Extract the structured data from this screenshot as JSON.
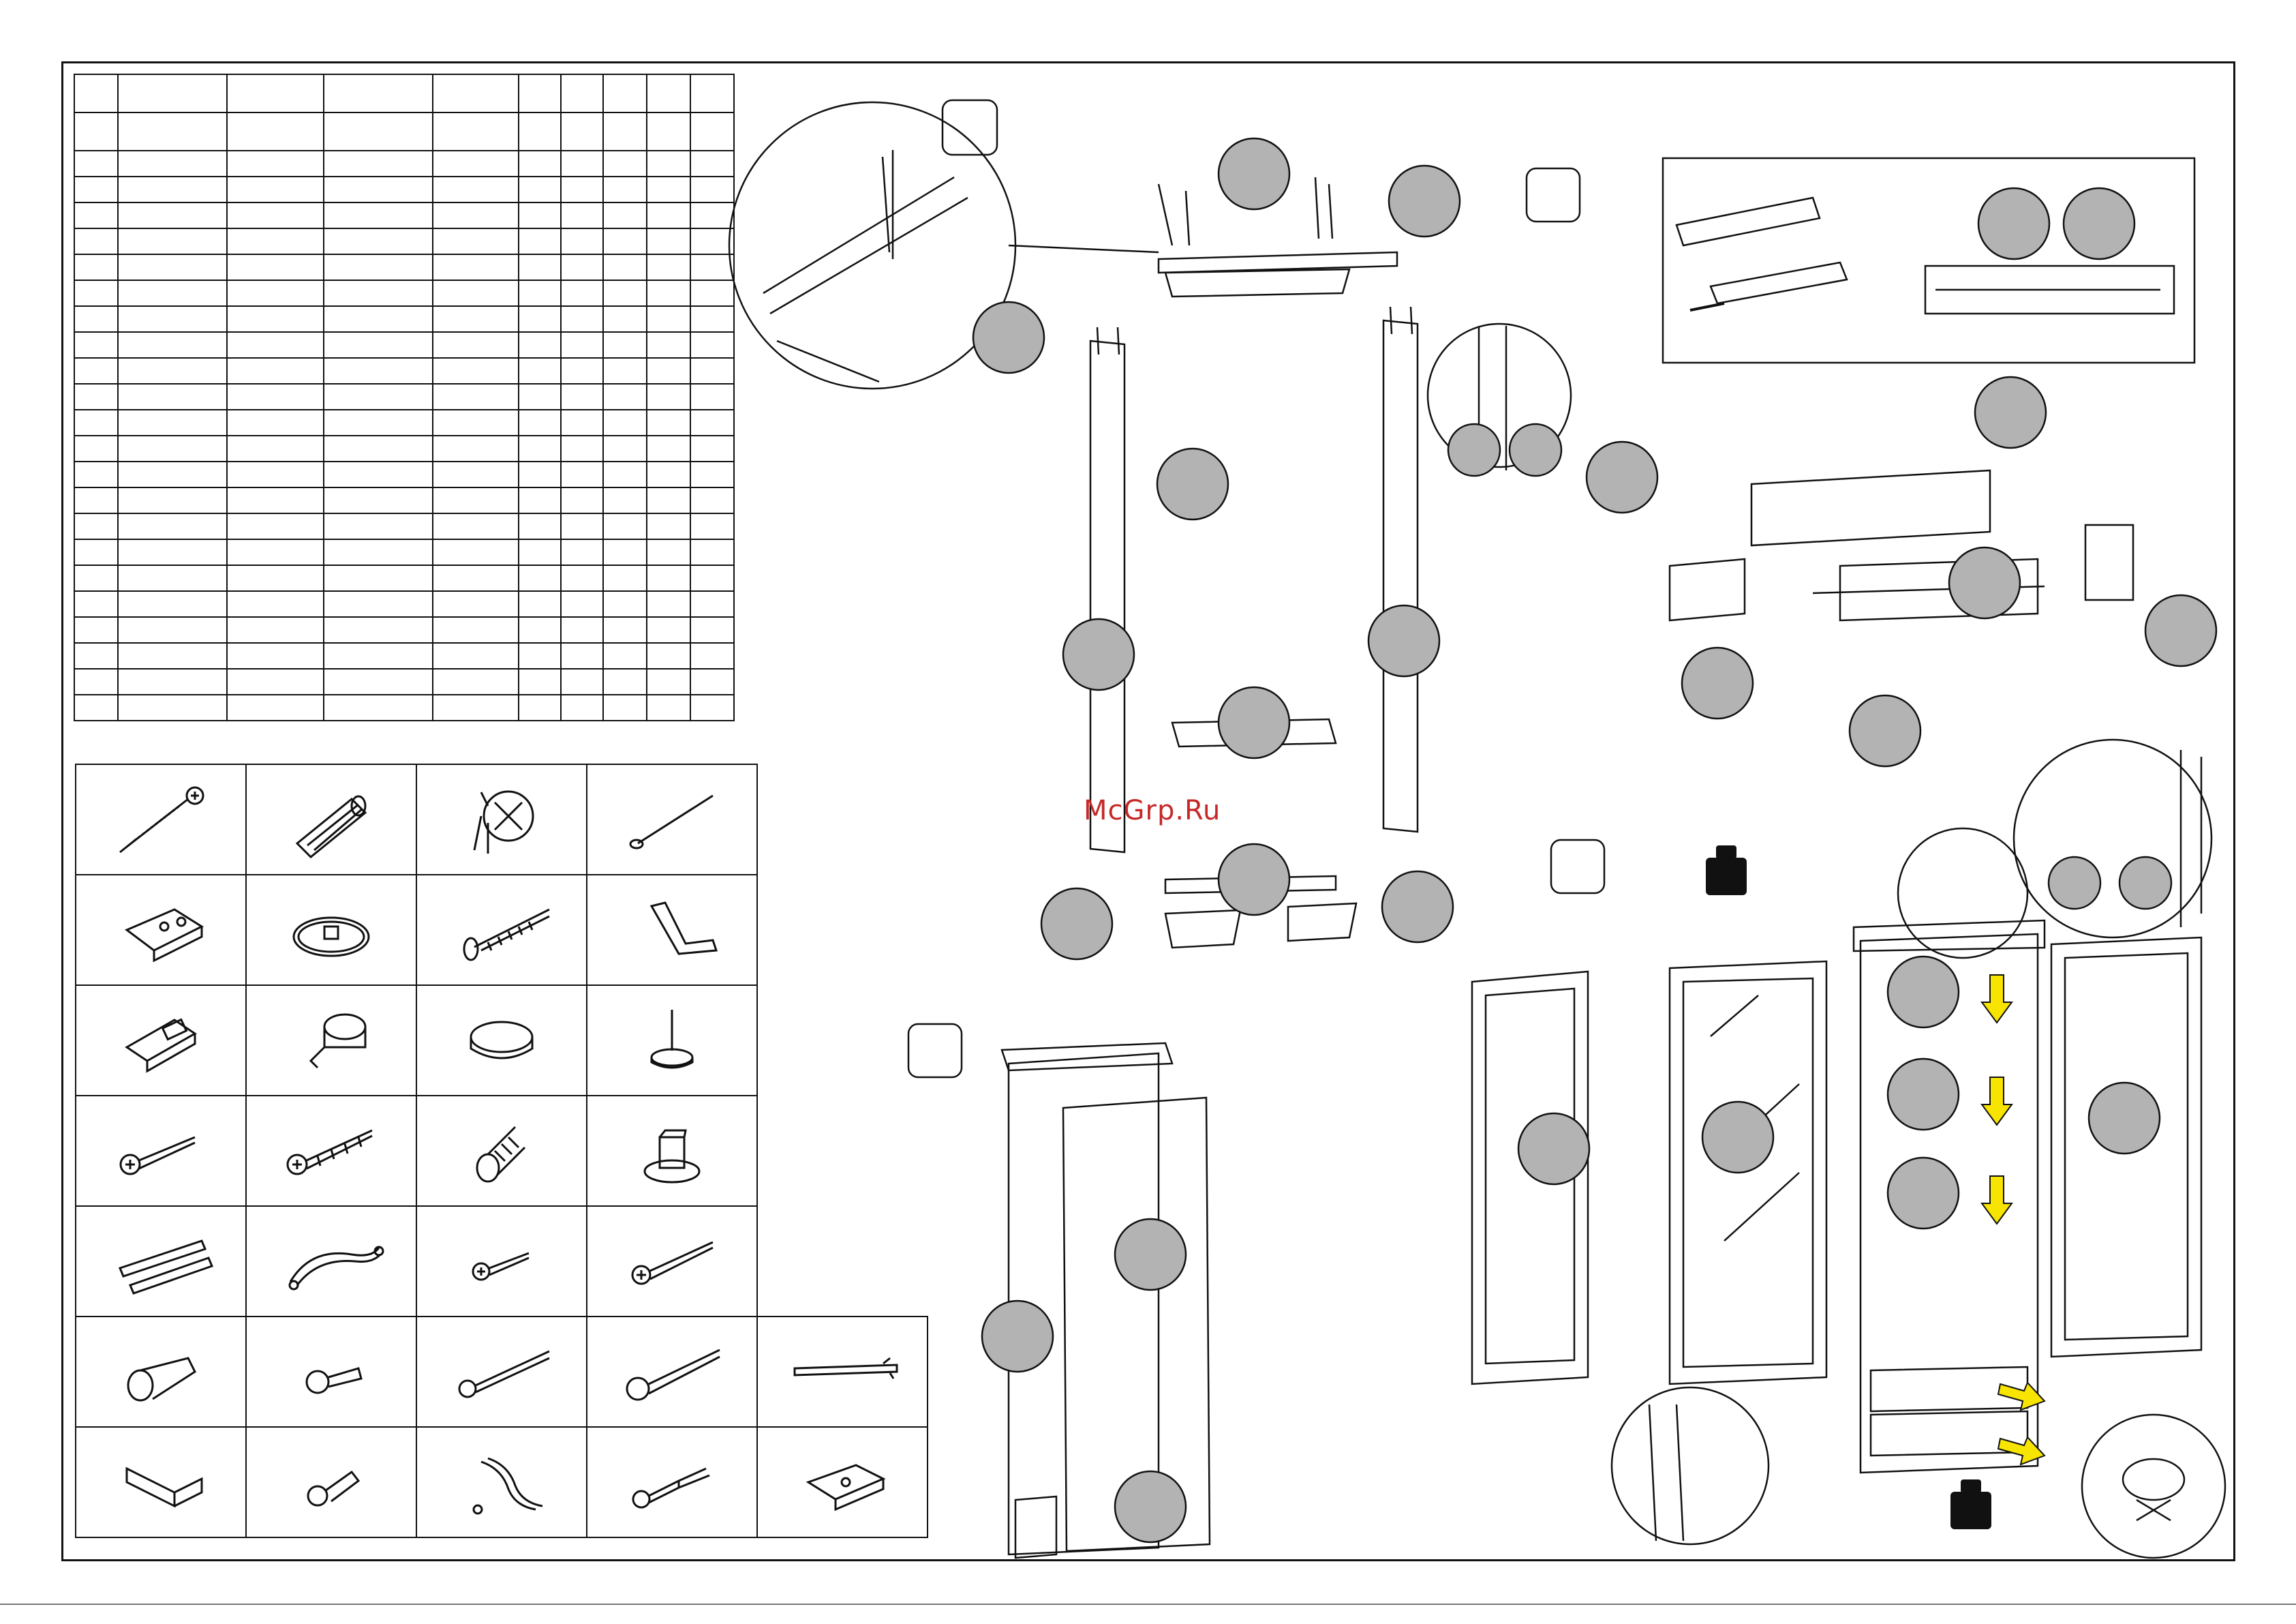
{
  "watermark": {
    "text": "McGrp.Ru"
  },
  "parts_table": {
    "rows": 22,
    "columns": 10
  },
  "hardware_icons": [
    "cam-bolt-icon",
    "wooden-dowel-icon",
    "cam-lock-icon",
    "nail-icon",
    "hinge-plate-icon",
    "ring-washer-icon",
    "long-screw-icon",
    "allen-key-icon",
    "concealed-hinge-icon",
    "shelf-support-icon",
    "cover-cap-icon",
    "glide-nail-icon",
    "short-screw-icon",
    "wood-screw-icon",
    "machine-screw-icon",
    "plug-icon",
    "drawer-runner-icon",
    "drawer-handle-icon",
    "small-screw-icon",
    "chipboard-screw-icon",
    "wall-plug-icon",
    "connector-bolt-icon",
    "threaded-rod-icon",
    "long-wood-screw-icon",
    "glass-clip-icon",
    "angle-bracket-icon",
    "anchor-screw-icon",
    "handle-strap-icon",
    "screw-with-plug-icon",
    "drawer-clip-icon"
  ],
  "colors": {
    "callout": "#b3b3b3",
    "arrow": "#f7e400",
    "line": "#111111",
    "watermark": "#c62828"
  }
}
